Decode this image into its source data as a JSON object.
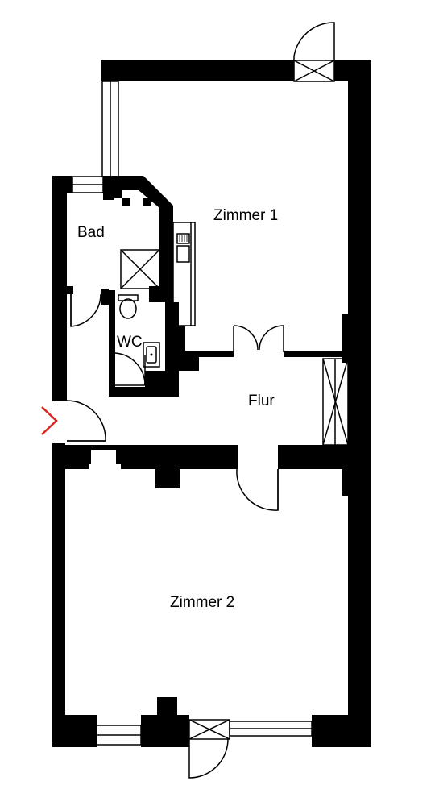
{
  "floor_plan": {
    "rooms": {
      "zimmer1": "Zimmer 1",
      "bad": "Bad",
      "wc": "WC",
      "flur": "Flur",
      "zimmer2": "Zimmer 2"
    },
    "colors": {
      "wall": "#000000",
      "background": "#ffffff",
      "entrance_marker": "#d9261c"
    },
    "icons": [
      "entrance-arrow-icon",
      "sink-icon",
      "toilet-icon",
      "shower-icon",
      "kitchen-sink-icon"
    ]
  }
}
